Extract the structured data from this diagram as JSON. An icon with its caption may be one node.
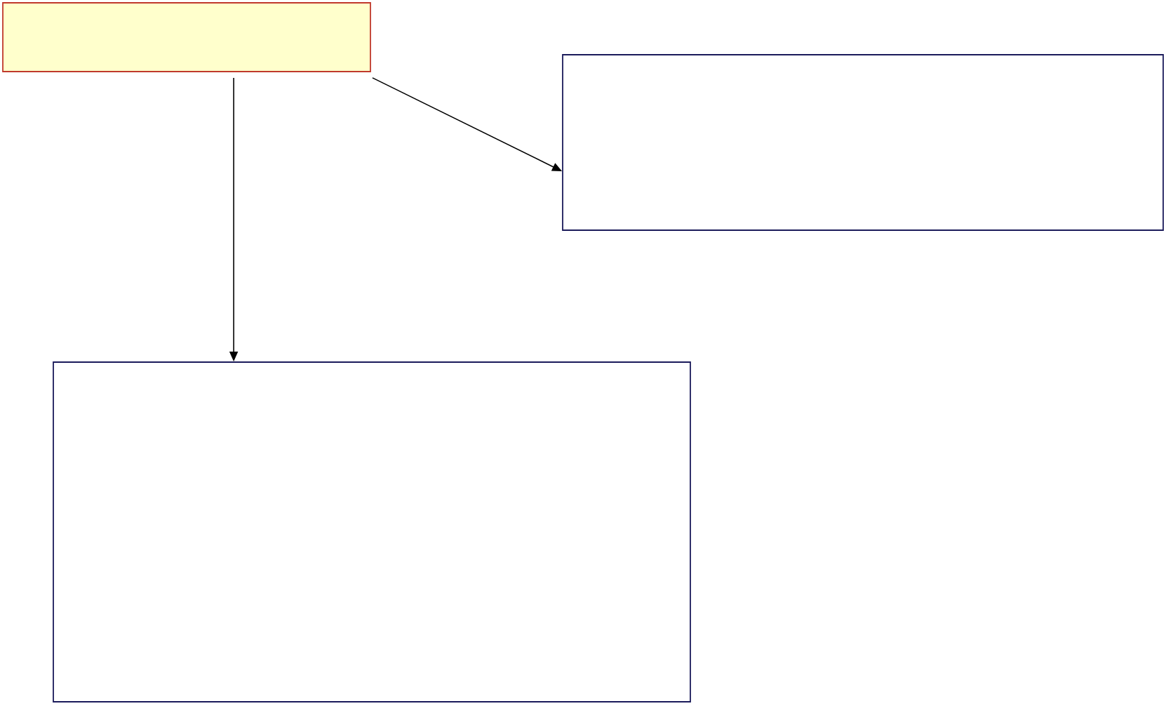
{
  "diagram": {
    "nodes": [
      {
        "text": [],
        "shape": "box"
      },
      {
        "text": [],
        "shape": "box"
      },
      {
        "text": [],
        "shape": "box"
      }
    ],
    "edges": [
      {
        "from": 0,
        "to": 2,
        "arrow": "to"
      },
      {
        "from": 0,
        "to": 1,
        "arrow": "to"
      }
    ]
  }
}
